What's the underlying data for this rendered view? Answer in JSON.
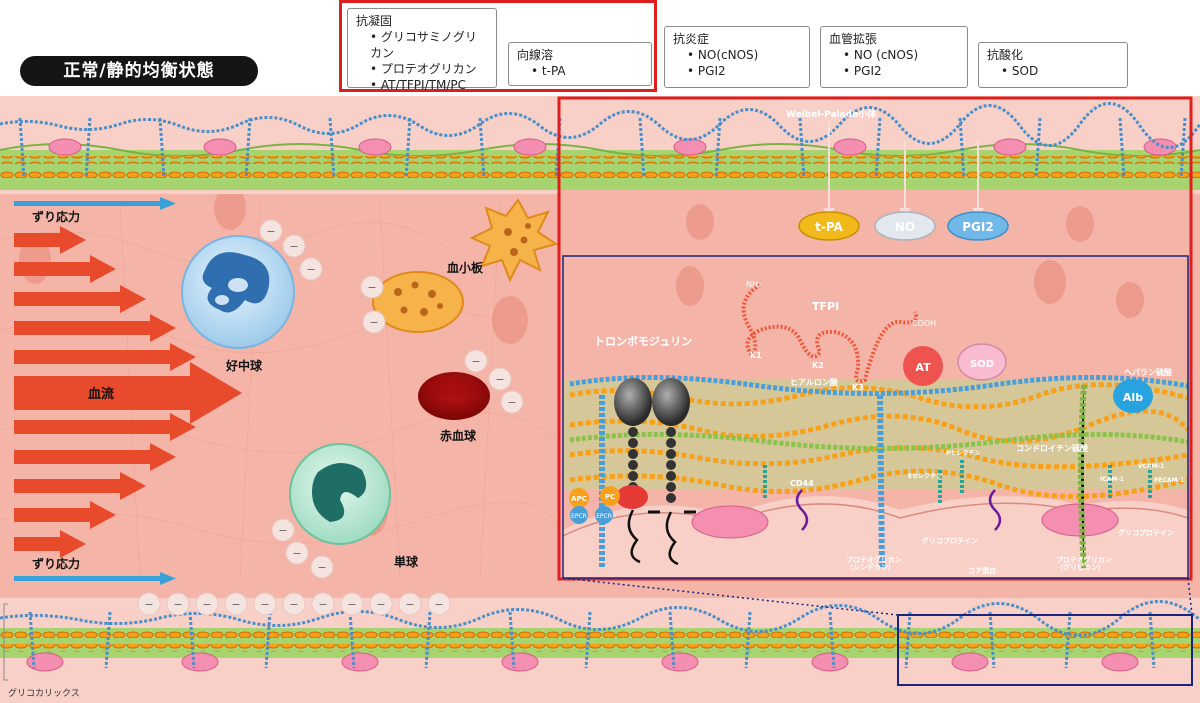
{
  "header": {
    "title": "正常/静的均衡状態"
  },
  "function_boxes": {
    "anticoagulant": {
      "title": "抗凝固",
      "items": [
        "グリコサミノグリカン",
        "プロテオグリカン",
        "AT/TFPI/TM/PC"
      ]
    },
    "fibrinolysis": {
      "title": "向線溶",
      "items": [
        "t-PA"
      ]
    },
    "antiinflammatory": {
      "title": "抗炎症",
      "items": [
        "NO(cNOS)",
        "PGI2"
      ]
    },
    "vasodilation": {
      "title": "血管拡張",
      "items": [
        "NO (cNOS)",
        "PGI2"
      ]
    },
    "antioxidant": {
      "title": "抗酸化",
      "items": [
        "SOD"
      ]
    }
  },
  "vessel": {
    "shear_top": "ずり応力",
    "shear_bottom": "ずり応力",
    "blood_flow": "血流",
    "neutrophil": "好中球",
    "platelet": "血小板",
    "rbc": "赤血球",
    "monocyte": "単球",
    "glycocalyx": "グリコカリックス",
    "minus": "−"
  },
  "zoom_top": {
    "weibel": "Weibel-Palade小体",
    "tpa": "t-PA",
    "no": "NO",
    "pgi2": "PGI2"
  },
  "zoom_detail": {
    "thrombomodulin": "トロンボモジュリン",
    "tfpi": "TFPI",
    "nh2": "NH₂",
    "cooh": "COOH",
    "k1": "K1",
    "k2": "K2",
    "k3": "K3",
    "at": "AT",
    "sod": "SOD",
    "hyaluronan": "ヒアルロン酸",
    "heparan": "ヘパラン硫酸",
    "alb": "Alb",
    "chondroitin": "コンドロイチン硫酸",
    "p_selectin": "Pセレクチン",
    "e_selectin": "Eセレクチン",
    "cd44": "CD44",
    "icam": "ICAM-1",
    "vcam": "VCAM-1",
    "pecam": "PECAM-1",
    "apc": "APC",
    "pc": "PC",
    "epcr1": "EPCR",
    "epcr2": "EPCR",
    "glycoprotein1": "グリコプロテイン",
    "glycoprotein2": "グリコプロテイン",
    "proteoglycan_syndecan": "プロテオグリカン\n（シンデカン）",
    "core_protein": "コア蛋白",
    "proteoglycan_glypican": "プロテオグリカン\n（グリピカン）"
  },
  "colors": {
    "highlight_red": "#e01e1e",
    "zoom_blue": "#1a237e",
    "vessel_pink": "#f2a89a",
    "wall_green": "#9ccc65",
    "shear_blue": "#3aa0d8",
    "flow_red": "#e84a2c"
  }
}
